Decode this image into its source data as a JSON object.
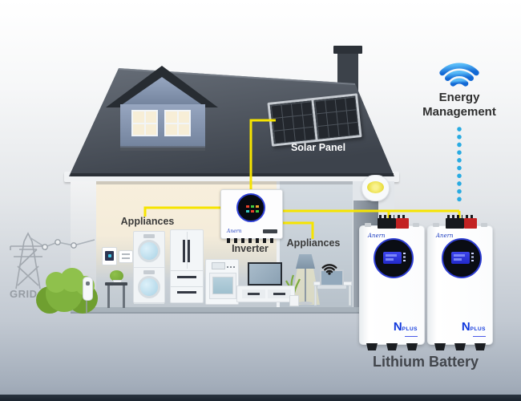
{
  "grid": {
    "label": "GRID"
  },
  "solar": {
    "label": "Solar Panel"
  },
  "inverter": {
    "label": "Inverter",
    "brand": "Anern"
  },
  "appliances": {
    "kitchen_label": "Appliances",
    "living_label": "Appliances"
  },
  "energy_management": {
    "line1": "Energy",
    "line2": "Management"
  },
  "batteries": {
    "label": "Lithium Battery",
    "brand": "Anern",
    "badge_main": "N",
    "badge_sub": "PLUS",
    "units": 2
  },
  "colors": {
    "wire_yellow": "#F6E400",
    "dotted_link_blue": "#29ABE2",
    "wifi_gradient_start": "#58BBF8",
    "wifi_gradient_end": "#1268D4",
    "terminal_red": "#C32222",
    "badge_blue": "#1038DC",
    "bush_green": "#7FB23E",
    "roof_dark": "#4A5058"
  }
}
